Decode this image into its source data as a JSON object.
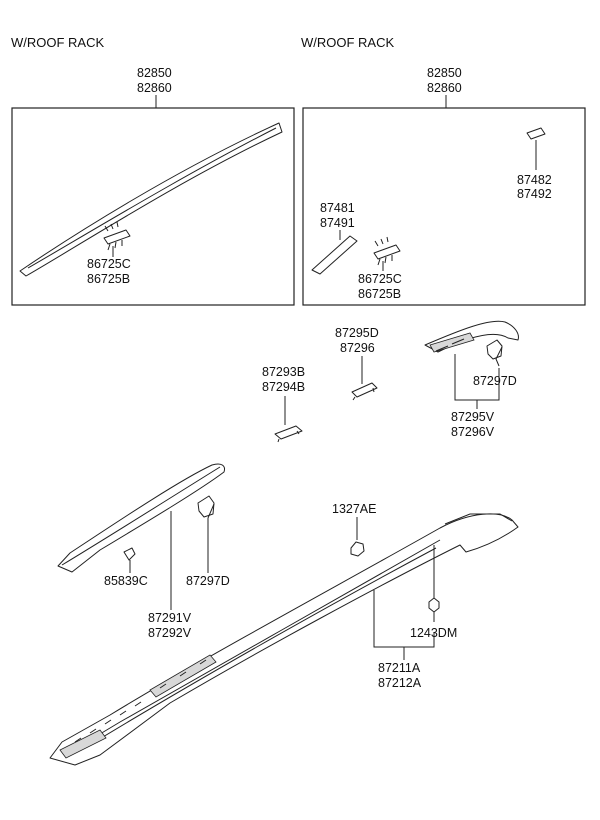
{
  "panels": {
    "left": {
      "title": "W/ROOF RACK",
      "molding_codes": [
        "82850",
        "82860"
      ],
      "clip_codes": [
        "86725C",
        "86725B"
      ]
    },
    "right": {
      "title": "W/ROOF RACK",
      "molding_codes": [
        "82850",
        "82860"
      ],
      "tape_codes": [
        "87481",
        "87491"
      ],
      "pad_codes": [
        "87482",
        "87492"
      ],
      "clip_codes": [
        "86725C",
        "86725B"
      ]
    }
  },
  "parts": {
    "end_cover_center": [
      "87295D",
      "87296"
    ],
    "end_cover_left": [
      "87293B",
      "87294B"
    ],
    "front_cover_clip": [
      "87297D"
    ],
    "front_cover": [
      "87295V",
      "87296V"
    ],
    "rear_clip": [
      "85839C"
    ],
    "rear_cover_clip": [
      "87297D"
    ],
    "rear_cover": [
      "87291V",
      "87292V"
    ],
    "nut": [
      "1327AE"
    ],
    "bolt": [
      "1243DM"
    ],
    "roof_rack": [
      "87211A",
      "87212A"
    ]
  }
}
